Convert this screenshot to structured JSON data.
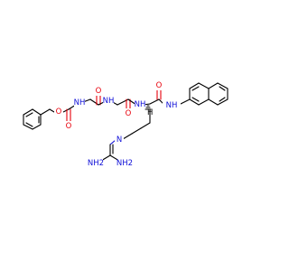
{
  "molecule": {
    "colors": {
      "carbon_bond": "#000000",
      "oxygen": "#e8000b",
      "nitrogen": "#1010d8",
      "background": "#ffffff"
    },
    "atoms": {
      "o_ester": "O",
      "o_carbamate": "O",
      "nh_carbamate": "NH",
      "o_gly1": "O",
      "nh_gly1": "NH",
      "o_gly2": "O",
      "nh_gly2": "NH",
      "o_arg": "O",
      "nh_amide": "NH",
      "n_guan": "N",
      "nh2_left": "NH2",
      "nh2_right": "NH2"
    },
    "labels": {
      "stereo_h": "H",
      "sub_2": "2"
    }
  }
}
